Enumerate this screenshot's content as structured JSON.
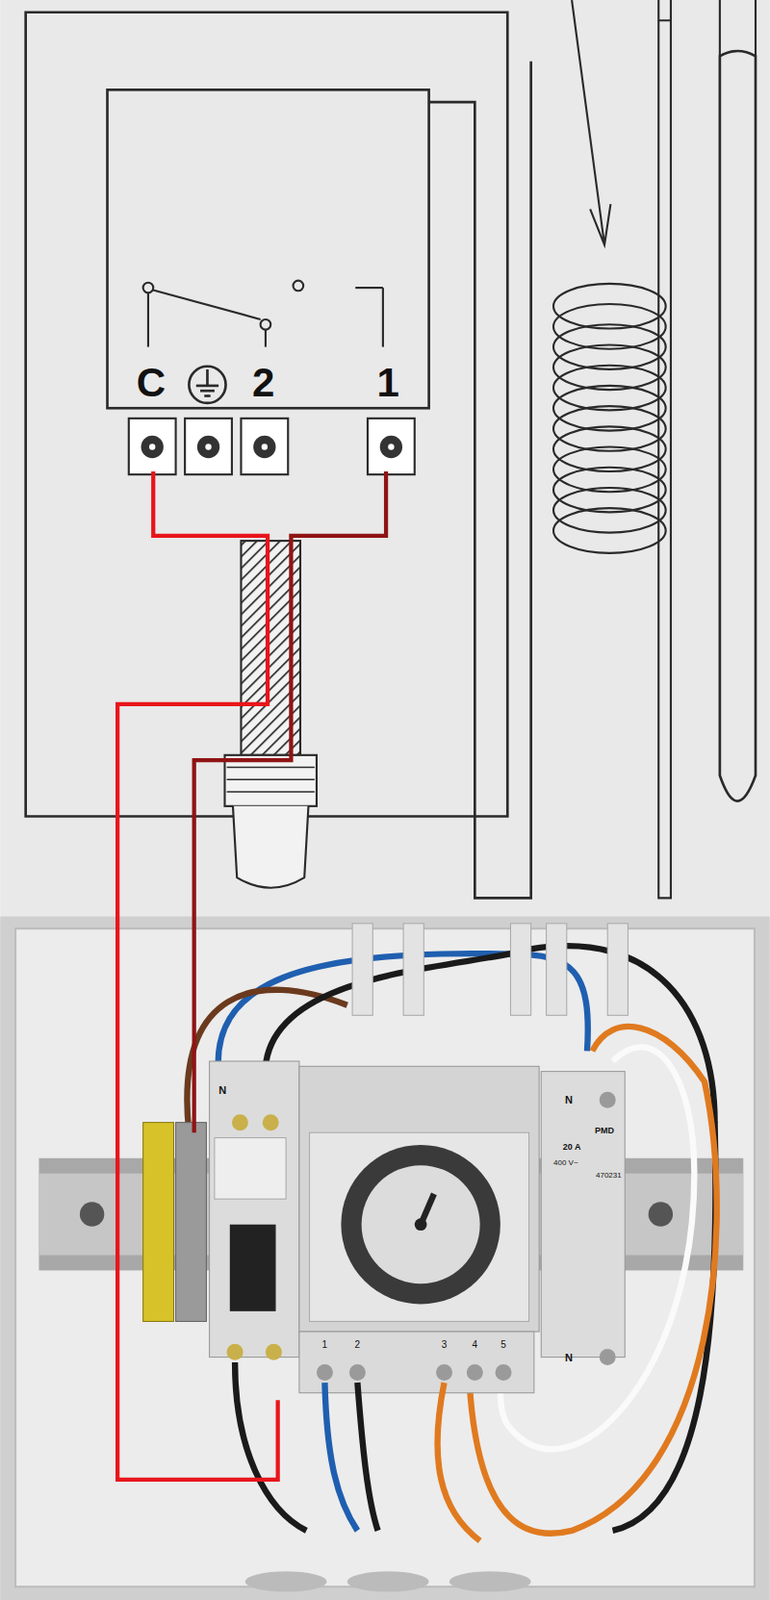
{
  "diagram": {
    "labels": [
      "C",
      "2",
      "1",
      "N",
      "N",
      "N",
      "PMD",
      "20 A",
      "400 V~",
      "470231",
      "1",
      "2",
      "3",
      "4",
      "5"
    ]
  }
}
